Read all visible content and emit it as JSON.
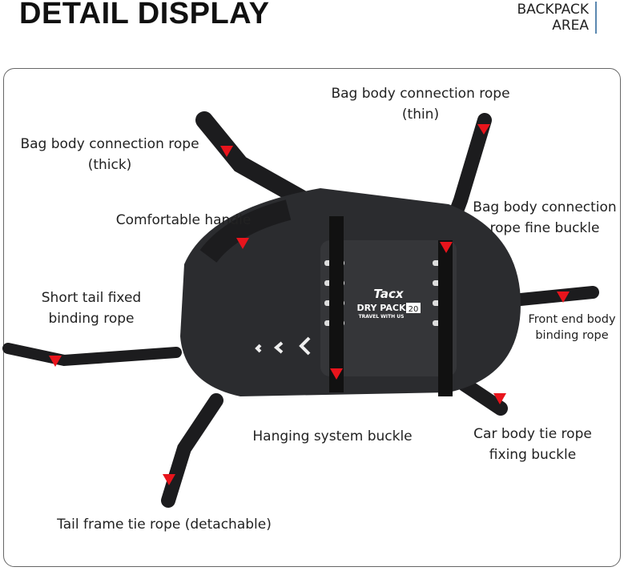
{
  "header": {
    "title": "DETAIL DISPLAY",
    "area_line1": "BACKPACK",
    "area_line2": "AREA"
  },
  "product": {
    "brand": "Tacx",
    "name": "DRY PACK",
    "tagline": "TRAVEL WITH US",
    "capacity": "20"
  },
  "labels": [
    {
      "line1": "Bag body connection rope",
      "line2": "(thin)"
    },
    {
      "line1": "Bag body connection rope",
      "line2": "(thick)"
    },
    {
      "line1": "Comfortable handle",
      "line2": ""
    },
    {
      "line1": "Bag body connection",
      "line2": "rope fine buckle"
    },
    {
      "line1": "Short tail fixed",
      "line2": "binding rope"
    },
    {
      "line1": "Front end body",
      "line2": "binding rope"
    },
    {
      "line1": "Hanging system buckle",
      "line2": ""
    },
    {
      "line1": "Car body tie rope",
      "line2": "fixing buckle"
    },
    {
      "line1": "Tail frame tie rope (detachable)",
      "line2": ""
    }
  ],
  "colors": {
    "marker": "#e8141c",
    "bag": "#2b2c2f",
    "accent": "#5b88b0"
  }
}
